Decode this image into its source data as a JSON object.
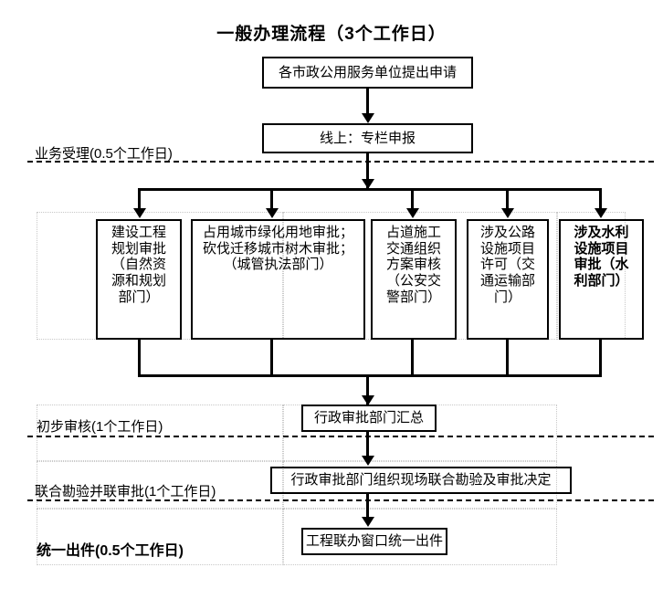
{
  "title": "一般办理流程（3个工作日）",
  "stages": [
    {
      "id": "accept",
      "label": "业务受理(0.5个工作日)",
      "bold": false
    },
    {
      "id": "prelim",
      "label": "初步审核(1个工作日)",
      "bold": false
    },
    {
      "id": "joint",
      "label": "联合勘验并联审批(1个工作日)",
      "bold": false
    },
    {
      "id": "issue",
      "label": "统一出件(0.5个工作日)",
      "bold": true
    }
  ],
  "nodes": {
    "apply": "各市政公用服务单位提出申请",
    "online": "线上：专栏申报",
    "summary": "行政审批部门汇总",
    "survey": "行政审批部门组织现场联合勘验及审批决定",
    "issue": "工程联办窗口统一出件"
  },
  "parallel_boxes": [
    {
      "id": "planning",
      "lines": "建设工程\n规划审批\n（自然资\n源和规划\n部门）",
      "bold": false
    },
    {
      "id": "greenland",
      "lines": "占用城市绿化用地审批；\n砍伐迁移城市树木审批；\n（城管执法部门）",
      "bold": false
    },
    {
      "id": "traffic",
      "lines": "占道施工\n交通组织\n方案审核\n（公安交\n警部门）",
      "bold": false
    },
    {
      "id": "highway",
      "lines": "涉及公路\n设施项目\n许可（交\n通运输部\n门）",
      "bold": false
    },
    {
      "id": "water",
      "lines": "涉及水利\n设施项目\n审批（水\n利部门）",
      "bold": true
    }
  ],
  "colors": {
    "stroke": "#000000",
    "grid": "#c8c8c8",
    "background": "#ffffff"
  }
}
